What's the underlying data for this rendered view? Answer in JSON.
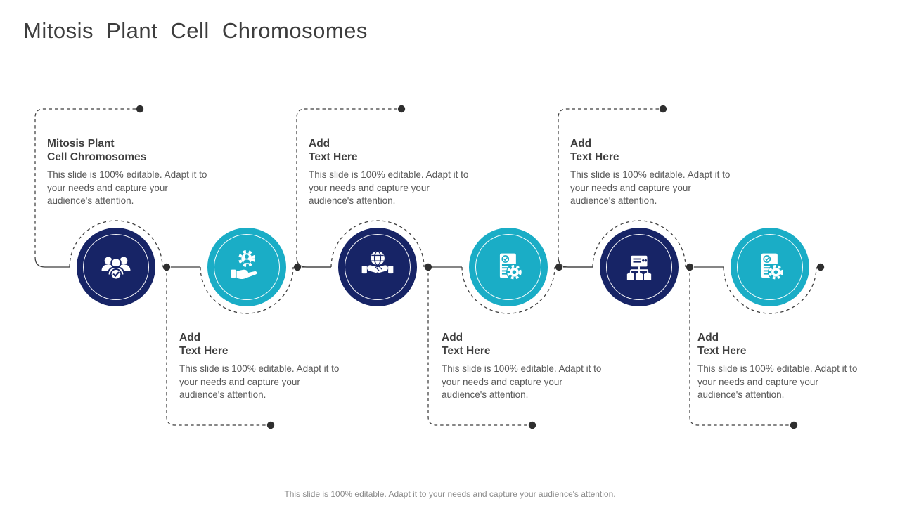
{
  "slide": {
    "title": "Mitosis Plant Cell Chromosomes",
    "footer": "This slide is 100% editable. Adapt it to your needs and capture your audience's attention.",
    "colors": {
      "navy": "#172466",
      "teal": "#1aadc6",
      "connector_line": "#3f3f3f",
      "connector_dot": "#2f2f2f",
      "heading_text": "#3f3f3f",
      "body_text": "#595959",
      "footer_text": "#8a8a8a"
    }
  },
  "steps": [
    {
      "icon": "team-check-icon",
      "color": "navy",
      "text_position": "above",
      "title_line1": "Mitosis Plant",
      "title_line2": "Cell Chromosomes",
      "body": "This slide is 100% editable. Adapt it to your needs and capture your audience's attention."
    },
    {
      "icon": "hand-gear-icon",
      "color": "teal",
      "text_position": "below",
      "title_line1": "Add",
      "title_line2": "Text Here",
      "body": "This slide is 100% editable. Adapt it to your needs and capture your audience's attention."
    },
    {
      "icon": "handshake-globe-icon",
      "color": "navy",
      "text_position": "above",
      "title_line1": "Add",
      "title_line2": "Text Here",
      "body": "This slide is 100% editable. Adapt it to your needs and capture your audience's attention."
    },
    {
      "icon": "document-gear-icon",
      "color": "teal",
      "text_position": "below",
      "title_line1": "Add",
      "title_line2": "Text Here",
      "body": "This slide is 100% editable. Adapt it to your needs and capture your audience's attention."
    },
    {
      "icon": "server-cubes-icon",
      "color": "navy",
      "text_position": "above",
      "title_line1": "Add",
      "title_line2": "Text Here",
      "body": "This slide is 100% editable. Adapt it to your needs and capture your audience's attention."
    },
    {
      "icon": "document-gear-icon",
      "color": "teal",
      "text_position": "below",
      "title_line1": "Add",
      "title_line2": "Text Here",
      "body": "This slide is 100% editable. Adapt it to your needs and capture your audience's attention."
    }
  ]
}
